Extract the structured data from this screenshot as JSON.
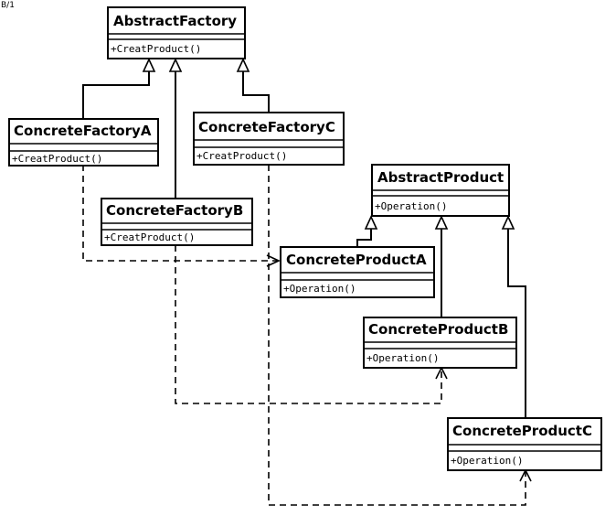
{
  "corner_mark": "B/1",
  "classes": {
    "abstract_factory": {
      "name": "AbstractFactory",
      "method": "+CreatProduct()"
    },
    "concrete_factory_a": {
      "name": "ConcreteFactoryA",
      "method": "+CreatProduct()"
    },
    "concrete_factory_b": {
      "name": "ConcreteFactoryB",
      "method": "+CreatProduct()"
    },
    "concrete_factory_c": {
      "name": "ConcreteFactoryC",
      "method": "+CreatProduct()"
    },
    "abstract_product": {
      "name": "AbstractProduct",
      "method": "+Operation()"
    },
    "concrete_product_a": {
      "name": "ConcreteProductA",
      "method": "+Operation()"
    },
    "concrete_product_b": {
      "name": "ConcreteProductB",
      "method": "+Operation()"
    },
    "concrete_product_c": {
      "name": "ConcreteProductC",
      "method": "+Operation()"
    }
  },
  "relations": [
    {
      "type": "generalization",
      "from": "ConcreteFactoryA",
      "to": "AbstractFactory"
    },
    {
      "type": "generalization",
      "from": "ConcreteFactoryB",
      "to": "AbstractFactory"
    },
    {
      "type": "generalization",
      "from": "ConcreteFactoryC",
      "to": "AbstractFactory"
    },
    {
      "type": "generalization",
      "from": "ConcreteProductA",
      "to": "AbstractProduct"
    },
    {
      "type": "generalization",
      "from": "ConcreteProductB",
      "to": "AbstractProduct"
    },
    {
      "type": "generalization",
      "from": "ConcreteProductC",
      "to": "AbstractProduct"
    },
    {
      "type": "dependency",
      "from": "ConcreteFactoryA",
      "to": "ConcreteProductA"
    },
    {
      "type": "dependency",
      "from": "ConcreteFactoryB",
      "to": "ConcreteProductB"
    },
    {
      "type": "dependency",
      "from": "ConcreteFactoryC",
      "to": "ConcreteProductC"
    }
  ]
}
